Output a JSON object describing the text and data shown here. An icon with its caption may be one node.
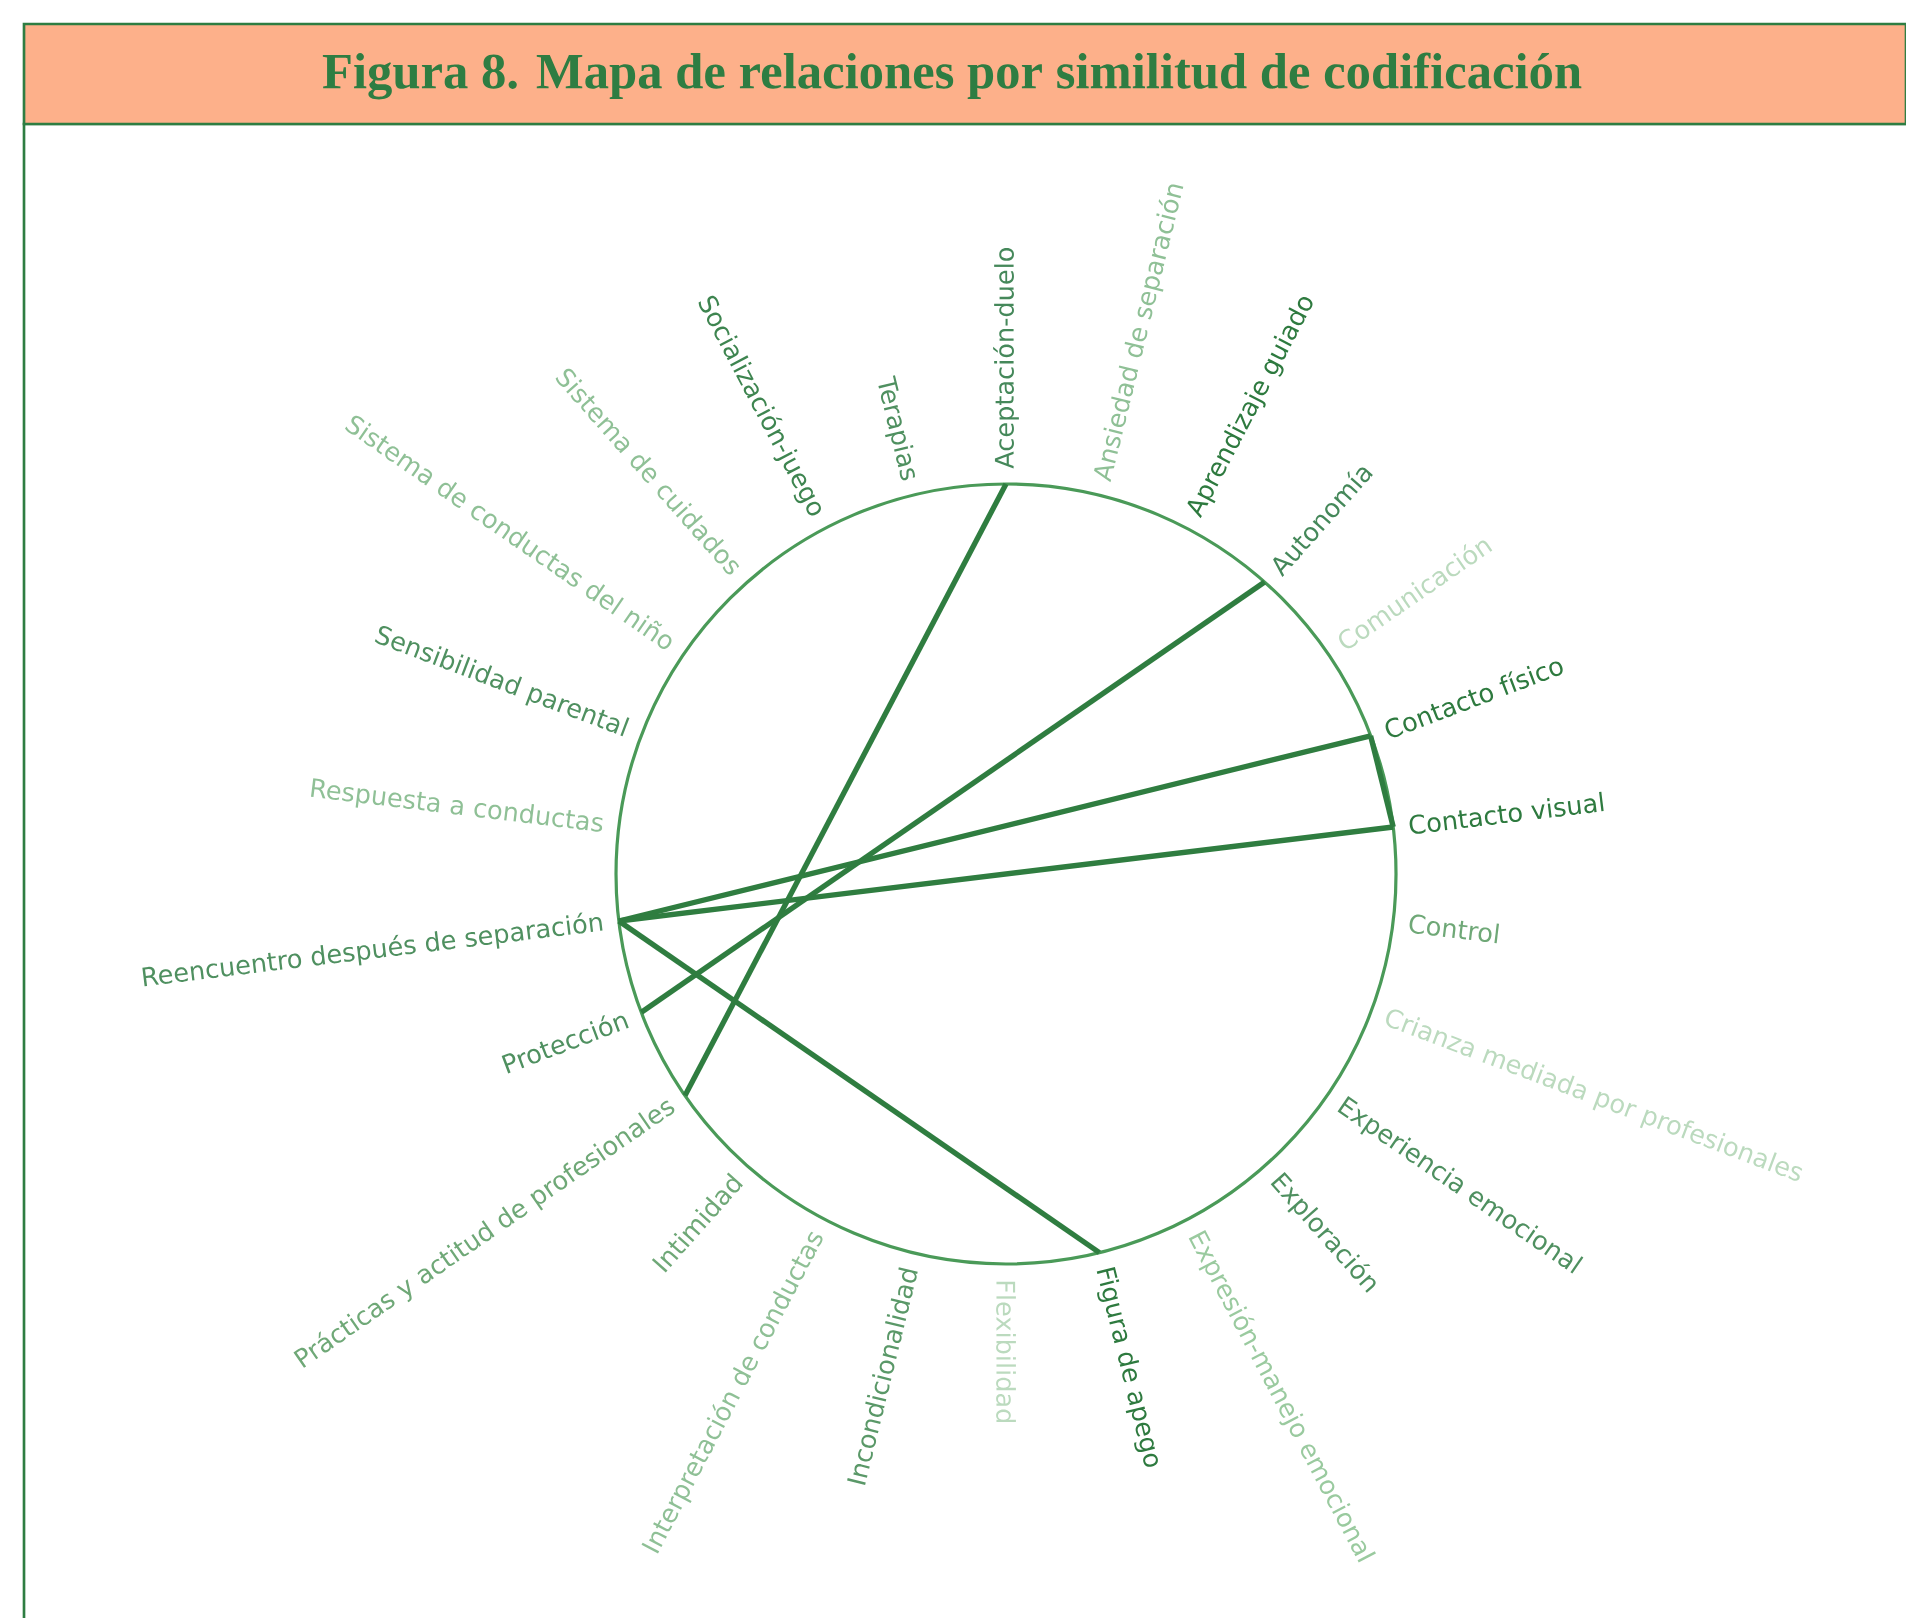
{
  "diagram": {
    "title": "Figura 8. Mapa de relaciones por similitud de codificación",
    "nodes": [
      {
        "text": [
          "Aceptación-duelo"
        ]
      },
      {
        "text": [
          "Ansiedad de separación"
        ]
      },
      {
        "text": [
          "Aprendizaje guiado"
        ]
      },
      {
        "text": [
          "Autonomía"
        ]
      },
      {
        "text": [
          "Comunicación"
        ]
      },
      {
        "text": [
          "Contacto físico"
        ]
      },
      {
        "text": [
          "Contacto visual"
        ]
      },
      {
        "text": [
          "Control"
        ]
      },
      {
        "text": [
          "Crianza mediada por profesionales"
        ]
      },
      {
        "text": [
          "Experiencia emocional"
        ]
      },
      {
        "text": [
          "Exploración"
        ]
      },
      {
        "text": [
          "Expresión-manejo emocional"
        ]
      },
      {
        "text": [
          "Figura de apego"
        ]
      },
      {
        "text": [
          "Flexibilidad"
        ]
      },
      {
        "text": [
          "Incondicionalidad"
        ]
      },
      {
        "text": [
          "Interpretación de conductas"
        ]
      },
      {
        "text": [
          "Intimidad"
        ]
      },
      {
        "text": [
          "Prácticas y actitud de profesionales"
        ]
      },
      {
        "text": [
          "Protección"
        ]
      },
      {
        "text": [
          "Reencuentro después de separación"
        ]
      },
      {
        "text": [
          "Respuesta a conductas"
        ]
      },
      {
        "text": [
          "Sensibilidad parental"
        ]
      },
      {
        "text": [
          "Sistema de conductas del niño"
        ]
      },
      {
        "text": [
          "Sistema de cuidados"
        ]
      },
      {
        "text": [
          "Socialización-juego"
        ]
      },
      {
        "text": [
          "Terapias"
        ]
      }
    ],
    "edges": [
      {
        "from": 0,
        "to": 17,
        "arrow": "none"
      },
      {
        "from": 3,
        "to": 18,
        "arrow": "none"
      },
      {
        "from": 5,
        "to": 19,
        "arrow": "none"
      },
      {
        "from": 6,
        "to": 19,
        "arrow": "none"
      },
      {
        "from": 5,
        "to": 6,
        "arrow": "none"
      },
      {
        "from": 19,
        "to": 12,
        "arrow": "none"
      }
    ]
  }
}
